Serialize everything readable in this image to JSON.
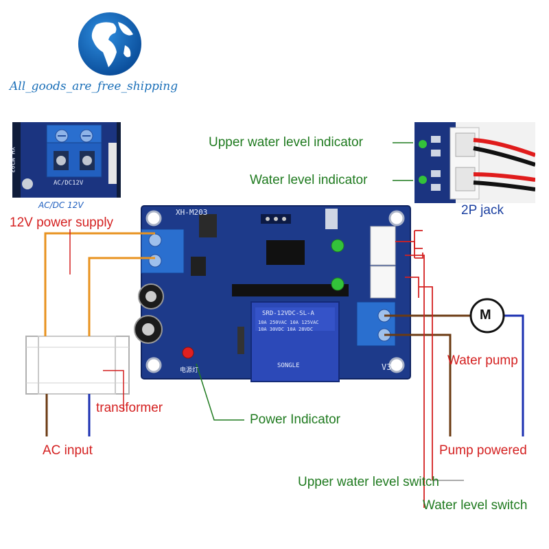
{
  "brand": {
    "text": "All_goods_are_free_shipping"
  },
  "inset_terminal": {
    "caption": "AC/DC 12V",
    "board_text": "AC/DC12V",
    "side_text": "XH-M203"
  },
  "board": {
    "model": "XH-M203",
    "relay_brand": "SONGLE",
    "relay_model": "SRD-12VDC-SL-A",
    "relay_rating1": "10A 250VAC  10A 125VAC",
    "relay_rating2": "10A 30VDC  10A 28VDC",
    "connector_label": "V3",
    "power_led_label": "电源灯"
  },
  "labels": {
    "upper_indicator": "Upper water level indicator",
    "level_indicator": "Water level indicator",
    "jack": "2P jack",
    "power_supply": "12V power supply",
    "transformer": "transformer",
    "ac_input": "AC input",
    "power_indicator": "Power Indicator",
    "water_pump": "Water pump",
    "pump_powered": "Pump powered",
    "upper_switch": "Upper water level switch",
    "level_switch": "Water level switch",
    "motor_symbol": "M"
  },
  "colors": {
    "pcb": "#1d3a8a",
    "wire_orange": "#e8921e",
    "wire_brown": "#6b3a12",
    "wire_blue": "#1a2fb0",
    "wire_red": "#d42020",
    "wire_green": "#1f7a1f",
    "terminal_blue": "#2a6fcf"
  }
}
